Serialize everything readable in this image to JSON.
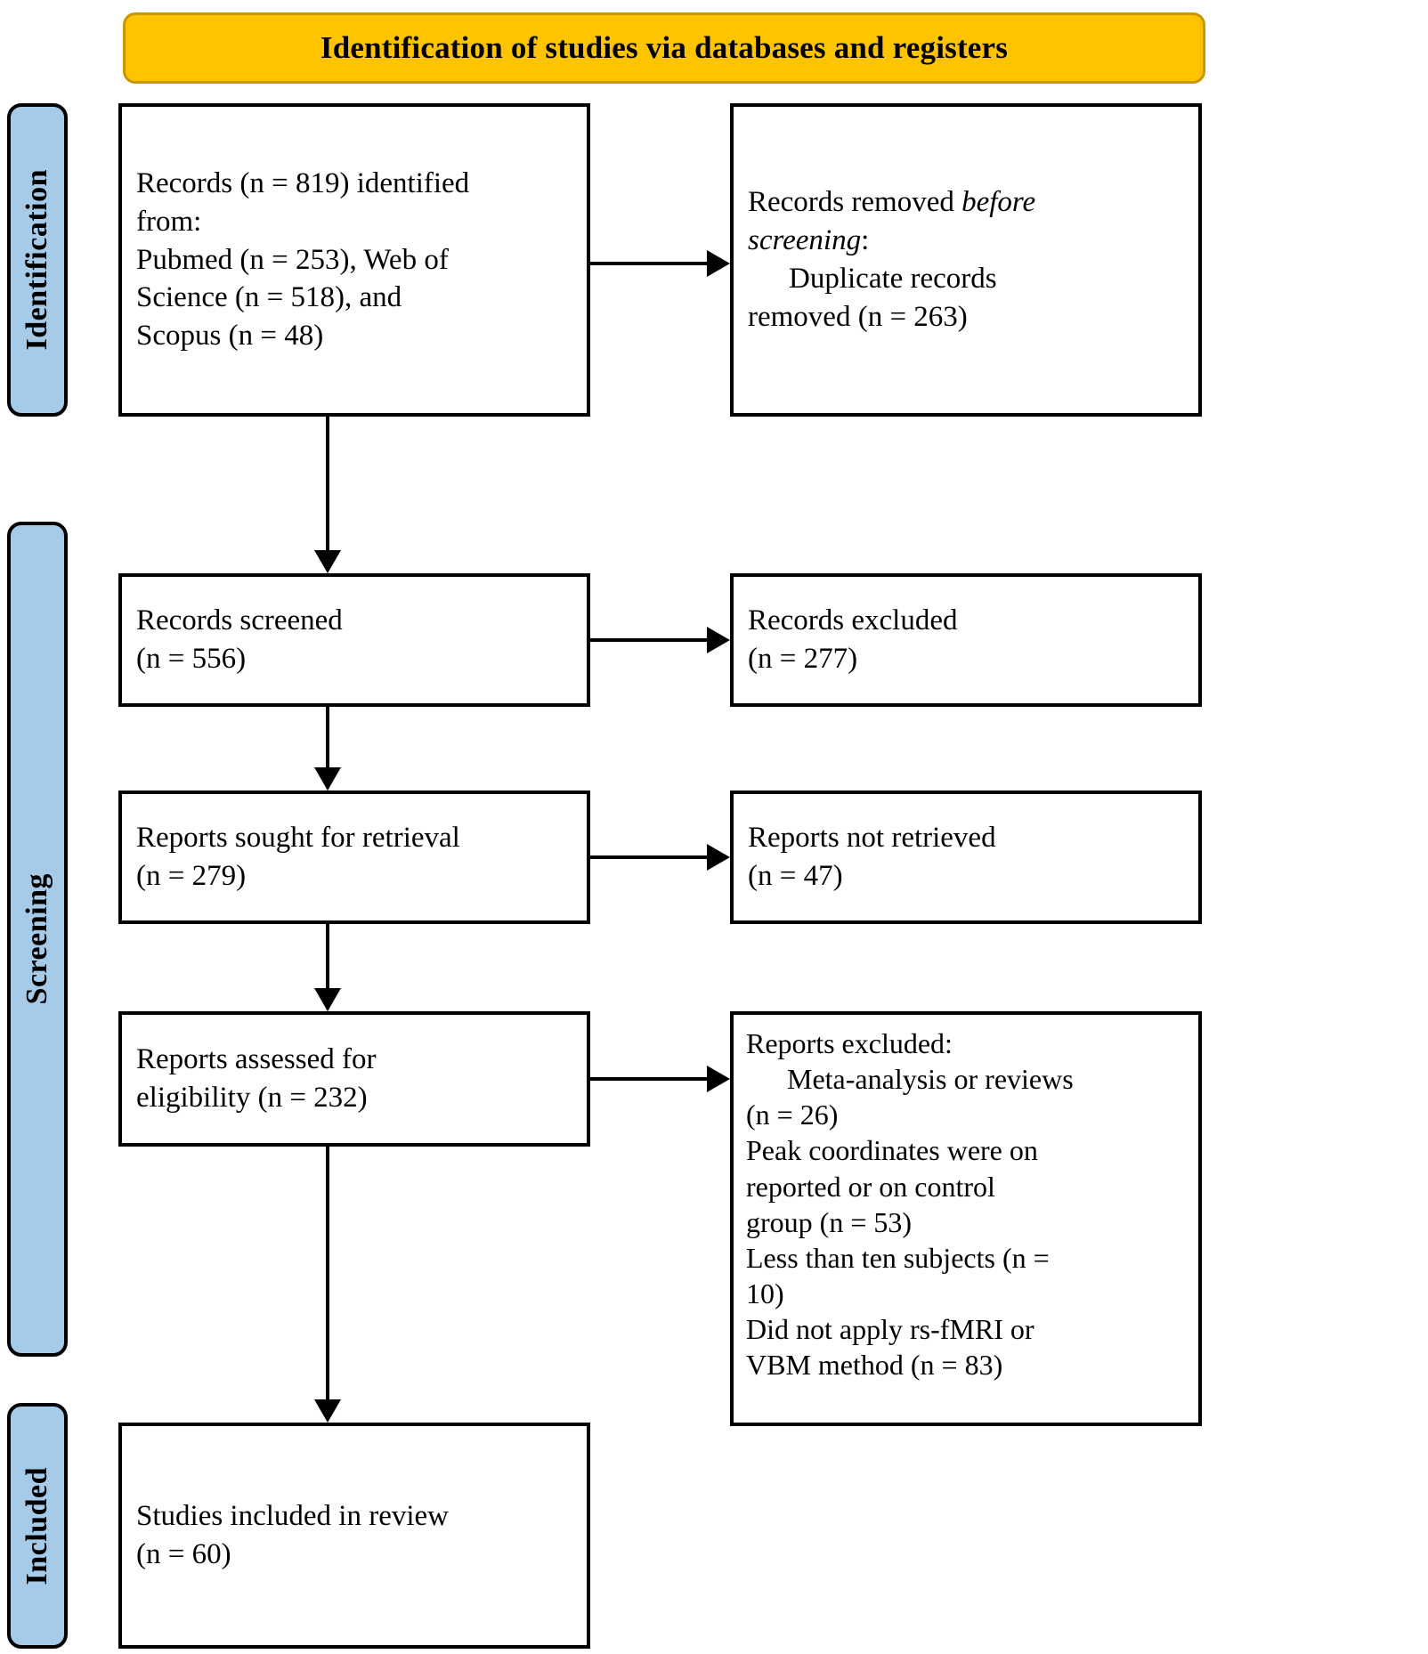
{
  "banner": {
    "title": "Identification of studies via databases and registers"
  },
  "stages": [
    {
      "id": "identification",
      "label": "Identification"
    },
    {
      "id": "screening",
      "label": "Screening"
    },
    {
      "id": "included",
      "label": "Included"
    }
  ],
  "boxes": {
    "records_identified": {
      "line1": "Records (n = 819) identified",
      "line2": "from:",
      "line3": "Pubmed (n = 253), Web of",
      "line4": "Science (n = 518), and",
      "line5": "Scopus (n = 48)"
    },
    "records_removed": {
      "line1_prefix": "Records removed ",
      "line1_italic": "before",
      "line2_italic": "screening",
      "line2_suffix": ":",
      "line3": "Duplicate records",
      "line4": "removed  (n = 263)"
    },
    "records_screened": {
      "line1": "Records screened",
      "line2": "(n = 556)"
    },
    "records_excluded": {
      "line1": "Records excluded",
      "line2": "(n = 277)"
    },
    "reports_sought": {
      "line1": "Reports sought for retrieval",
      "line2": "(n = 279)"
    },
    "reports_not_retrieved": {
      "line1": "Reports not retrieved",
      "line2": "(n = 47)"
    },
    "reports_assessed": {
      "line1": "Reports assessed for",
      "line2": "eligibility (n = 232)"
    },
    "reports_excluded": {
      "heading": "Reports excluded:",
      "line1": "Meta-analysis or reviews",
      "line2": "(n = 26)",
      "line3": "Peak coordinates were on",
      "line4": "reported or on control",
      "line5": "group (n = 53)",
      "line6": "Less than ten subjects (n =",
      "line7": "10)",
      "line8": "Did not apply rs-fMRI or",
      "line9": "VBM method (n = 83)"
    },
    "studies_included": {
      "line1": "Studies included in review",
      "line2": "(n = 60)"
    }
  },
  "colors": {
    "banner_fill": "#FFC400",
    "banner_border": "#C89600",
    "stage_fill": "#A6CBE9",
    "outline": "#000000",
    "background": "#FFFFFF"
  },
  "chart_data": {
    "type": "diagram",
    "title": "PRISMA 2020 flow diagram for new systematic reviews",
    "nodes": [
      {
        "id": "records_identified",
        "stage": "Identification",
        "column": "left",
        "total": 819,
        "sources": [
          {
            "name": "Pubmed",
            "n": 253
          },
          {
            "name": "Web of Science",
            "n": 518
          },
          {
            "name": "Scopus",
            "n": 48
          }
        ]
      },
      {
        "id": "records_removed",
        "stage": "Identification",
        "column": "right",
        "duplicates_removed": 263
      },
      {
        "id": "records_screened",
        "stage": "Screening",
        "column": "left",
        "n": 556
      },
      {
        "id": "records_excluded",
        "stage": "Screening",
        "column": "right",
        "n": 277
      },
      {
        "id": "reports_sought",
        "stage": "Screening",
        "column": "left",
        "n": 279
      },
      {
        "id": "reports_not_retrieved",
        "stage": "Screening",
        "column": "right",
        "n": 47
      },
      {
        "id": "reports_assessed",
        "stage": "Screening",
        "column": "left",
        "n": 232
      },
      {
        "id": "reports_excluded",
        "stage": "Screening",
        "column": "right",
        "reasons": [
          {
            "reason": "Meta-analysis or reviews",
            "n": 26
          },
          {
            "reason": "Peak coordinates were on reported or on control group",
            "n": 53
          },
          {
            "reason": "Less than ten subjects",
            "n": 10
          },
          {
            "reason": "Did not apply rs-fMRI or VBM method",
            "n": 83
          }
        ]
      },
      {
        "id": "studies_included",
        "stage": "Included",
        "column": "left",
        "n": 60
      }
    ],
    "edges": [
      {
        "from": "records_identified",
        "to": "records_removed",
        "direction": "right"
      },
      {
        "from": "records_identified",
        "to": "records_screened",
        "direction": "down"
      },
      {
        "from": "records_screened",
        "to": "records_excluded",
        "direction": "right"
      },
      {
        "from": "records_screened",
        "to": "reports_sought",
        "direction": "down"
      },
      {
        "from": "reports_sought",
        "to": "reports_not_retrieved",
        "direction": "right"
      },
      {
        "from": "reports_sought",
        "to": "reports_assessed",
        "direction": "down"
      },
      {
        "from": "reports_assessed",
        "to": "reports_excluded",
        "direction": "right"
      },
      {
        "from": "reports_assessed",
        "to": "studies_included",
        "direction": "down"
      }
    ]
  }
}
